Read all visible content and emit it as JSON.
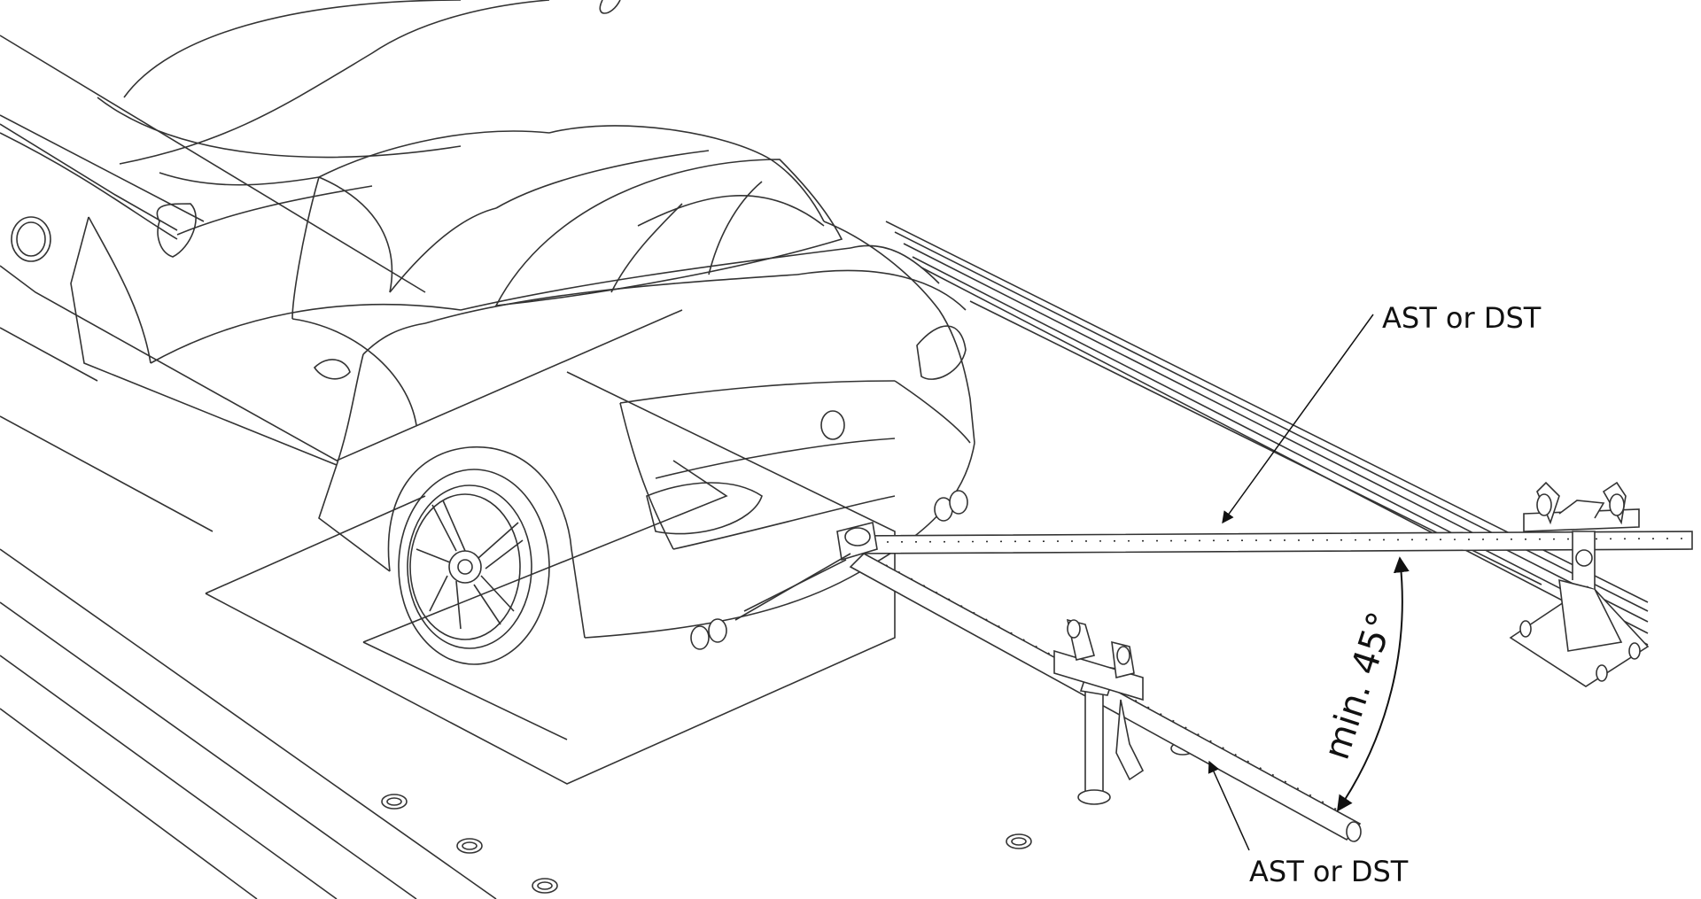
{
  "diagram": {
    "labels": {
      "upper_callout": "AST or DST",
      "lower_callout": "AST or DST",
      "angle_callout": "min. 45°"
    },
    "colors": {
      "line": "#222222",
      "background": "#ffffff"
    },
    "icons": {
      "upper_arrow": "arrowhead-icon",
      "lower_arrow": "arrowhead-icon",
      "angle_arrow": "arrowhead-icon"
    }
  }
}
